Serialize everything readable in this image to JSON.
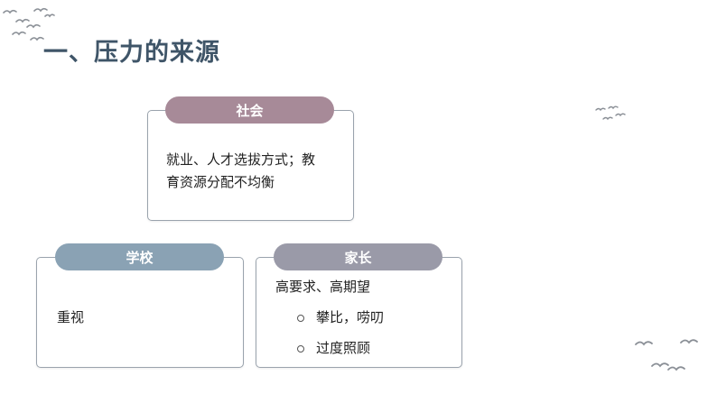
{
  "title": "一、压力的来源",
  "cards": {
    "society": {
      "header": "社会",
      "line1": "就业、人才选拔方式；教",
      "line2": "育资源分配不均衡"
    },
    "school": {
      "header": "学校",
      "body": "重视"
    },
    "family": {
      "header": "家长",
      "intro": "高要求、高期望",
      "bullets": [
        "攀比，唠叨",
        "过度照顾"
      ]
    }
  },
  "colors": {
    "title": "#3f5568",
    "society_pill": "#a78a98",
    "school_pill": "#8aa2b4",
    "family_pill": "#9a9aa8"
  }
}
